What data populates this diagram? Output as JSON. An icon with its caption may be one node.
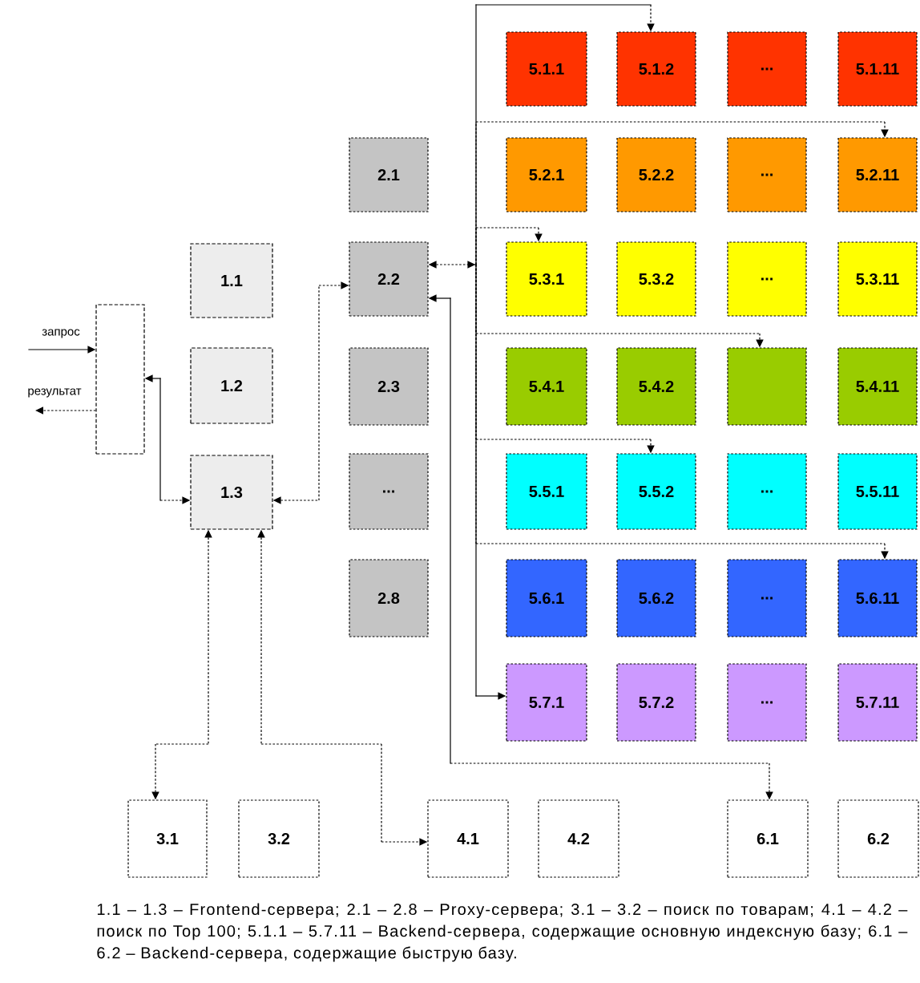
{
  "diagram": {
    "caption": "1.1 – 1.3 – Frontend-сервера; 2.1 – 2.8 – Proxy-сервера; 3.1 – 3.2 – поиск по товарам; 4.1 – 4.2 – поиск по Top 100; 5.1.1 – 5.7.11 – Backend-сервера, содержащие основную индексную базу; 6.1 – 6.2 – Backend-сервера, содержащие быструю базу.",
    "nodes": [
      {
        "text": [],
        "shape": "box"
      },
      {
        "text": [
          "1.1"
        ]
      },
      {
        "text": [
          "1.2"
        ]
      },
      {
        "text": [
          "1.3"
        ]
      },
      {
        "text": [
          "2.1"
        ]
      },
      {
        "text": [
          "2.2"
        ]
      },
      {
        "text": [
          "2.3"
        ]
      },
      {
        "text": [
          "..."
        ]
      },
      {
        "text": [
          "2.8"
        ]
      },
      {
        "text": [
          "5.1.1"
        ]
      },
      {
        "text": [
          "5.1.2"
        ]
      },
      {
        "text": [
          "..."
        ]
      },
      {
        "text": [
          "5.1.11"
        ]
      },
      {
        "text": [
          "5.2.1"
        ]
      },
      {
        "text": [
          "5.2.2"
        ]
      },
      {
        "text": [
          "..."
        ]
      },
      {
        "text": [
          "5.2.11"
        ]
      },
      {
        "text": [
          "5.3.1"
        ]
      },
      {
        "text": [
          "5.3.2"
        ]
      },
      {
        "text": [
          "..."
        ]
      },
      {
        "text": [
          "5.3.11"
        ]
      },
      {
        "text": [
          "5.4.1"
        ]
      },
      {
        "text": [
          "5.4.2"
        ]
      },
      {
        "text": [],
        "shape": "box"
      },
      {
        "text": [
          "5.4.11"
        ]
      },
      {
        "text": [
          "5.5.1"
        ]
      },
      {
        "text": [
          "5.5.2"
        ]
      },
      {
        "text": [
          "..."
        ]
      },
      {
        "text": [
          "5.5.11"
        ]
      },
      {
        "text": [
          "5.6.1"
        ]
      },
      {
        "text": [
          "5.6.2"
        ]
      },
      {
        "text": [
          "..."
        ]
      },
      {
        "text": [
          "5.6.11"
        ]
      },
      {
        "text": [
          "5.7.1"
        ]
      },
      {
        "text": [
          "5.7.2"
        ]
      },
      {
        "text": [
          "..."
        ]
      },
      {
        "text": [
          "5.7.11"
        ]
      },
      {
        "text": [
          "3.1"
        ]
      },
      {
        "text": [
          "3.2"
        ]
      },
      {
        "text": [
          "4.1"
        ]
      },
      {
        "text": [
          "4.2"
        ]
      },
      {
        "text": [
          "6.1"
        ]
      },
      {
        "text": [
          "6.2"
        ]
      }
    ],
    "edges": [
      {
        "from": null,
        "to": 0,
        "arrow": "to",
        "label": "запрос"
      },
      {
        "from": 0,
        "to": null,
        "arrow": "to",
        "label": "результат",
        "style": "dashed"
      },
      {
        "from": 0,
        "to": 3,
        "arrow": "both"
      },
      {
        "from": 3,
        "to": 5,
        "arrow": "both",
        "style": "dashed"
      },
      {
        "from": 5,
        "to": 10,
        "arrow": "both"
      },
      {
        "from": 5,
        "to": 16,
        "arrow": "both",
        "style": "dashed"
      },
      {
        "from": 5,
        "to": 17,
        "arrow": "both",
        "style": "dashed"
      },
      {
        "from": 5,
        "to": 23,
        "arrow": "both",
        "style": "dashed"
      },
      {
        "from": 5,
        "to": 26,
        "arrow": "both",
        "style": "dashed"
      },
      {
        "from": 5,
        "to": 32,
        "arrow": "both",
        "style": "dashed"
      },
      {
        "from": 5,
        "to": 33,
        "arrow": "both"
      },
      {
        "from": 3,
        "to": 37,
        "arrow": "both",
        "style": "dashed"
      },
      {
        "from": 3,
        "to": 39,
        "arrow": "both",
        "style": "dashed"
      },
      {
        "from": 5,
        "to": 41,
        "arrow": "both"
      }
    ]
  }
}
